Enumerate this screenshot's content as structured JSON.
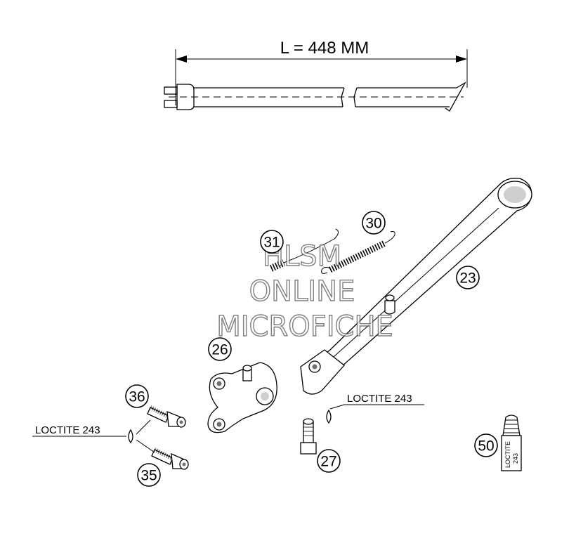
{
  "dimension": {
    "text": "L = 448 MM"
  },
  "parts": [
    {
      "number": "31"
    },
    {
      "number": "30"
    },
    {
      "number": "23"
    },
    {
      "number": "26"
    },
    {
      "number": "36"
    },
    {
      "number": "35"
    },
    {
      "number": "27"
    },
    {
      "number": "50"
    }
  ],
  "notes": {
    "loctite_left": "LOCTITE 243",
    "loctite_right": "LOCTITE 243"
  },
  "tube": {
    "brand": "LOCTITE",
    "number": "243"
  },
  "watermark": {
    "line1": "HLSM",
    "line2": "ONLINE",
    "line3": "MICROFICHE"
  }
}
